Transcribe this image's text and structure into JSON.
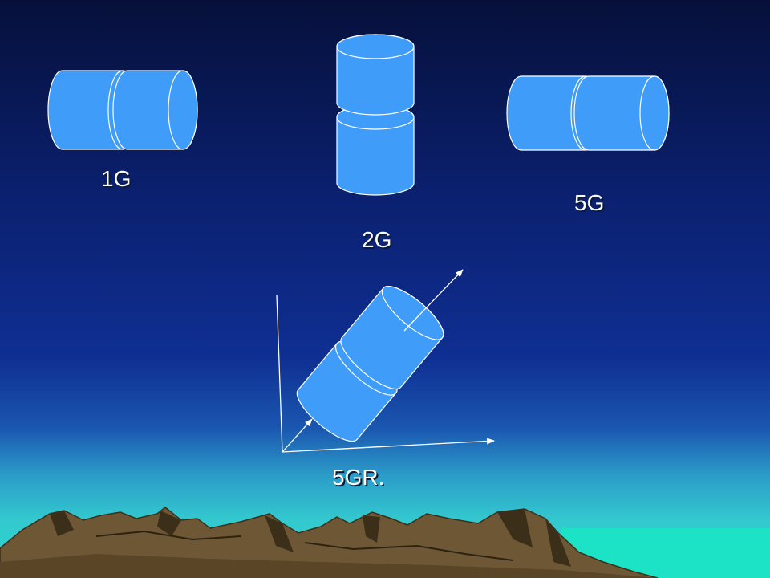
{
  "labels": {
    "config_1g": "1G",
    "config_2g": "2G",
    "config_5g": "5G",
    "config_5gr": "5GR."
  },
  "colors": {
    "sky_top": "#06103a",
    "sky_mid": "#0f2f93",
    "sky_horizon": "#33c9cf",
    "cylinder_fill": "#3f9cf8",
    "cylinder_stroke": "#ffffff",
    "mountain_brown": "#6e5735",
    "mountain_shadow": "#3c2f1a",
    "sea": "#1de3c6",
    "axis_line": "#ffffff"
  }
}
